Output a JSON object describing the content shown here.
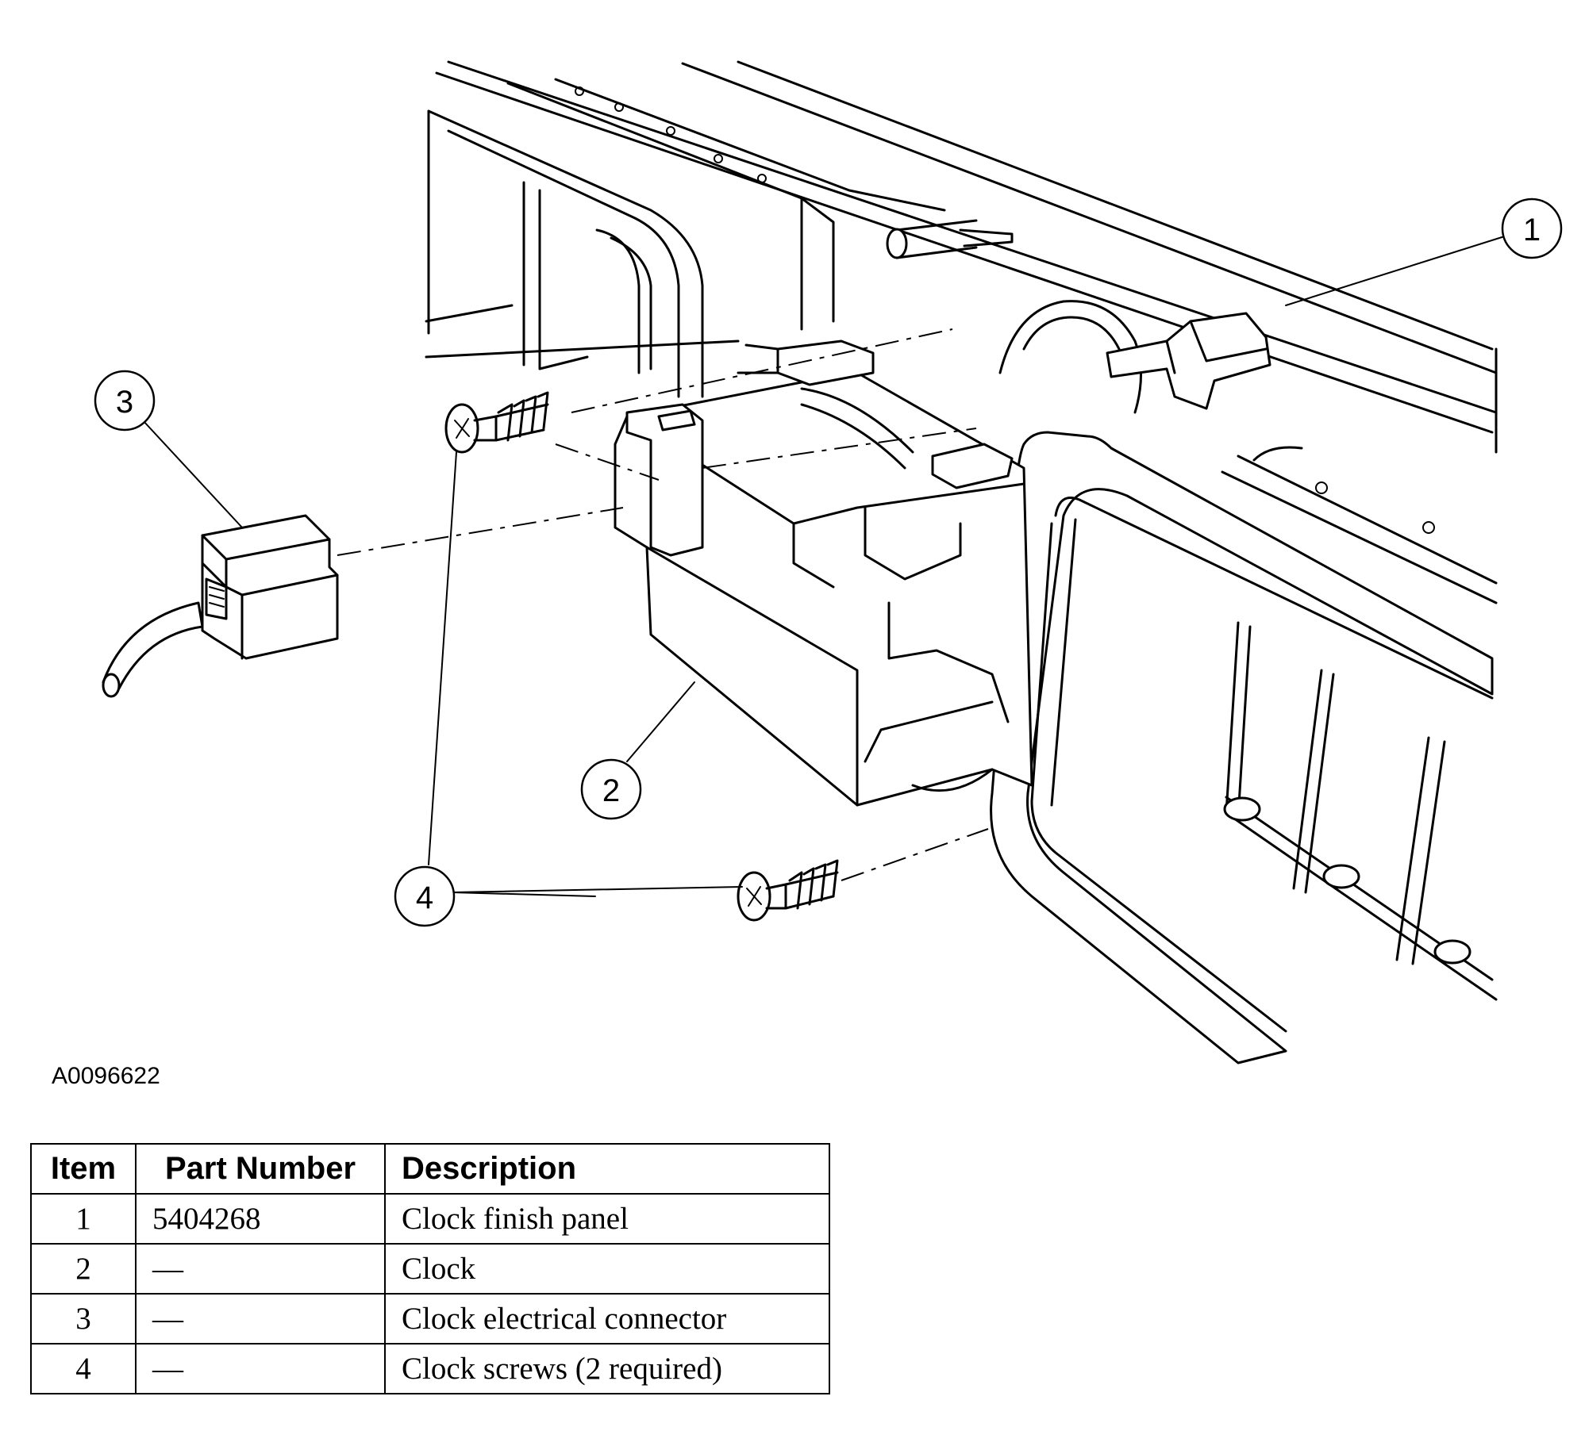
{
  "figure_id": "A0096622",
  "callouts": [
    {
      "label": "1"
    },
    {
      "label": "2"
    },
    {
      "label": "3"
    },
    {
      "label": "4"
    }
  ],
  "table": {
    "headers": [
      "Item",
      "Part Number",
      "Description"
    ],
    "rows": [
      {
        "item": "1",
        "part_number": "5404268",
        "description": "Clock finish panel"
      },
      {
        "item": "2",
        "part_number": "—",
        "description": "Clock"
      },
      {
        "item": "3",
        "part_number": "—",
        "description": "Clock electrical connector"
      },
      {
        "item": "4",
        "part_number": "—",
        "description": "Clock screws (2 required)"
      }
    ]
  }
}
